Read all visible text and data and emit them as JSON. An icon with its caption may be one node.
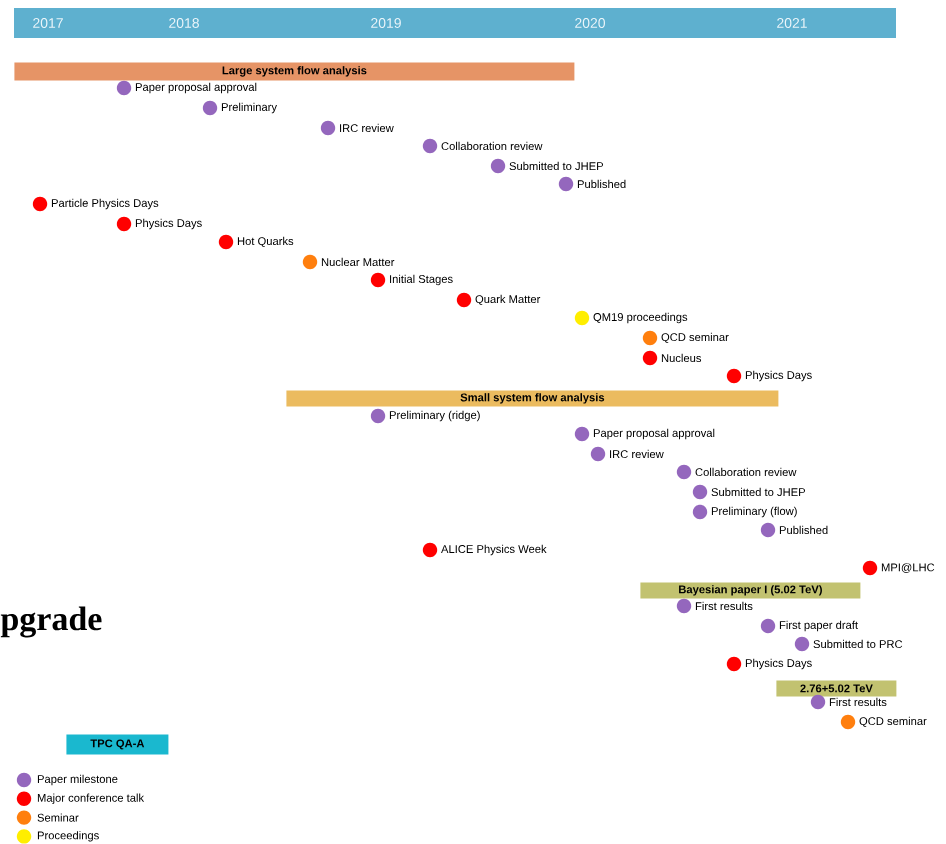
{
  "diagram": {
    "nodes": [
      {
        "text": [
          "Large system flow analysis"
        ]
      },
      {
        "text": [
          "Paper proposal approval"
        ]
      },
      {
        "text": [
          "Preliminary"
        ]
      },
      {
        "text": [
          "IRC review"
        ]
      },
      {
        "text": [
          "Collaboration review"
        ]
      },
      {
        "text": [
          "Submitted to JHEP"
        ]
      },
      {
        "text": [
          "Published"
        ]
      },
      {
        "text": [
          "Particle Physics Days"
        ]
      },
      {
        "text": [
          "Physics Days"
        ]
      },
      {
        "text": [
          "Hot Quarks"
        ]
      },
      {
        "text": [
          "Nuclear Matter"
        ]
      },
      {
        "text": [
          "Initial Stages"
        ]
      },
      {
        "text": [
          "Quark Matter"
        ]
      },
      {
        "text": [
          "QM19 proceedings"
        ]
      },
      {
        "text": [
          "QCD seminar"
        ]
      },
      {
        "text": [
          "Nucleus"
        ]
      },
      {
        "text": [
          "Physics Days"
        ]
      },
      {
        "text": [
          "Small system flow analysis"
        ]
      },
      {
        "text": [
          "Preliminary (ridge)"
        ]
      },
      {
        "text": [
          "Paper proposal approval"
        ]
      },
      {
        "text": [
          "IRC review"
        ]
      },
      {
        "text": [
          "Collaboration review"
        ]
      },
      {
        "text": [
          "Submitted to JHEP"
        ]
      },
      {
        "text": [
          "Preliminary (flow)"
        ]
      },
      {
        "text": [
          "Published"
        ]
      },
      {
        "text": [
          "ALICE Physics Week"
        ]
      },
      {
        "text": [
          "MPI@LHC"
        ]
      },
      {
        "text": [
          "Bayesian paper I (5.02 TeV)"
        ]
      },
      {
        "text": [
          "First results"
        ]
      },
      {
        "text": [
          "First paper draft"
        ]
      },
      {
        "text": [
          "Submitted to PRC"
        ]
      },
      {
        "text": [
          "Physics Days"
        ]
      },
      {
        "text": [
          "2.76+5.02 TeV"
        ]
      },
      {
        "text": [
          "First results"
        ]
      },
      {
        "text": [
          "QCD seminar"
        ]
      },
      {
        "text": [
          "TPC QA-A"
        ]
      }
    ],
    "labels": [
      "2017",
      "2018",
      "2019",
      "2020",
      "2021",
      "pgrade"
    ],
    "legend": [
      {
        "text": "Paper milestone",
        "color": "#9467bd"
      },
      {
        "text": "Major conference talk",
        "color": "#ff0000"
      },
      {
        "text": "Seminar",
        "color": "#ff7f0e"
      },
      {
        "text": "Proceedings",
        "color": "#ffee00"
      }
    ]
  }
}
